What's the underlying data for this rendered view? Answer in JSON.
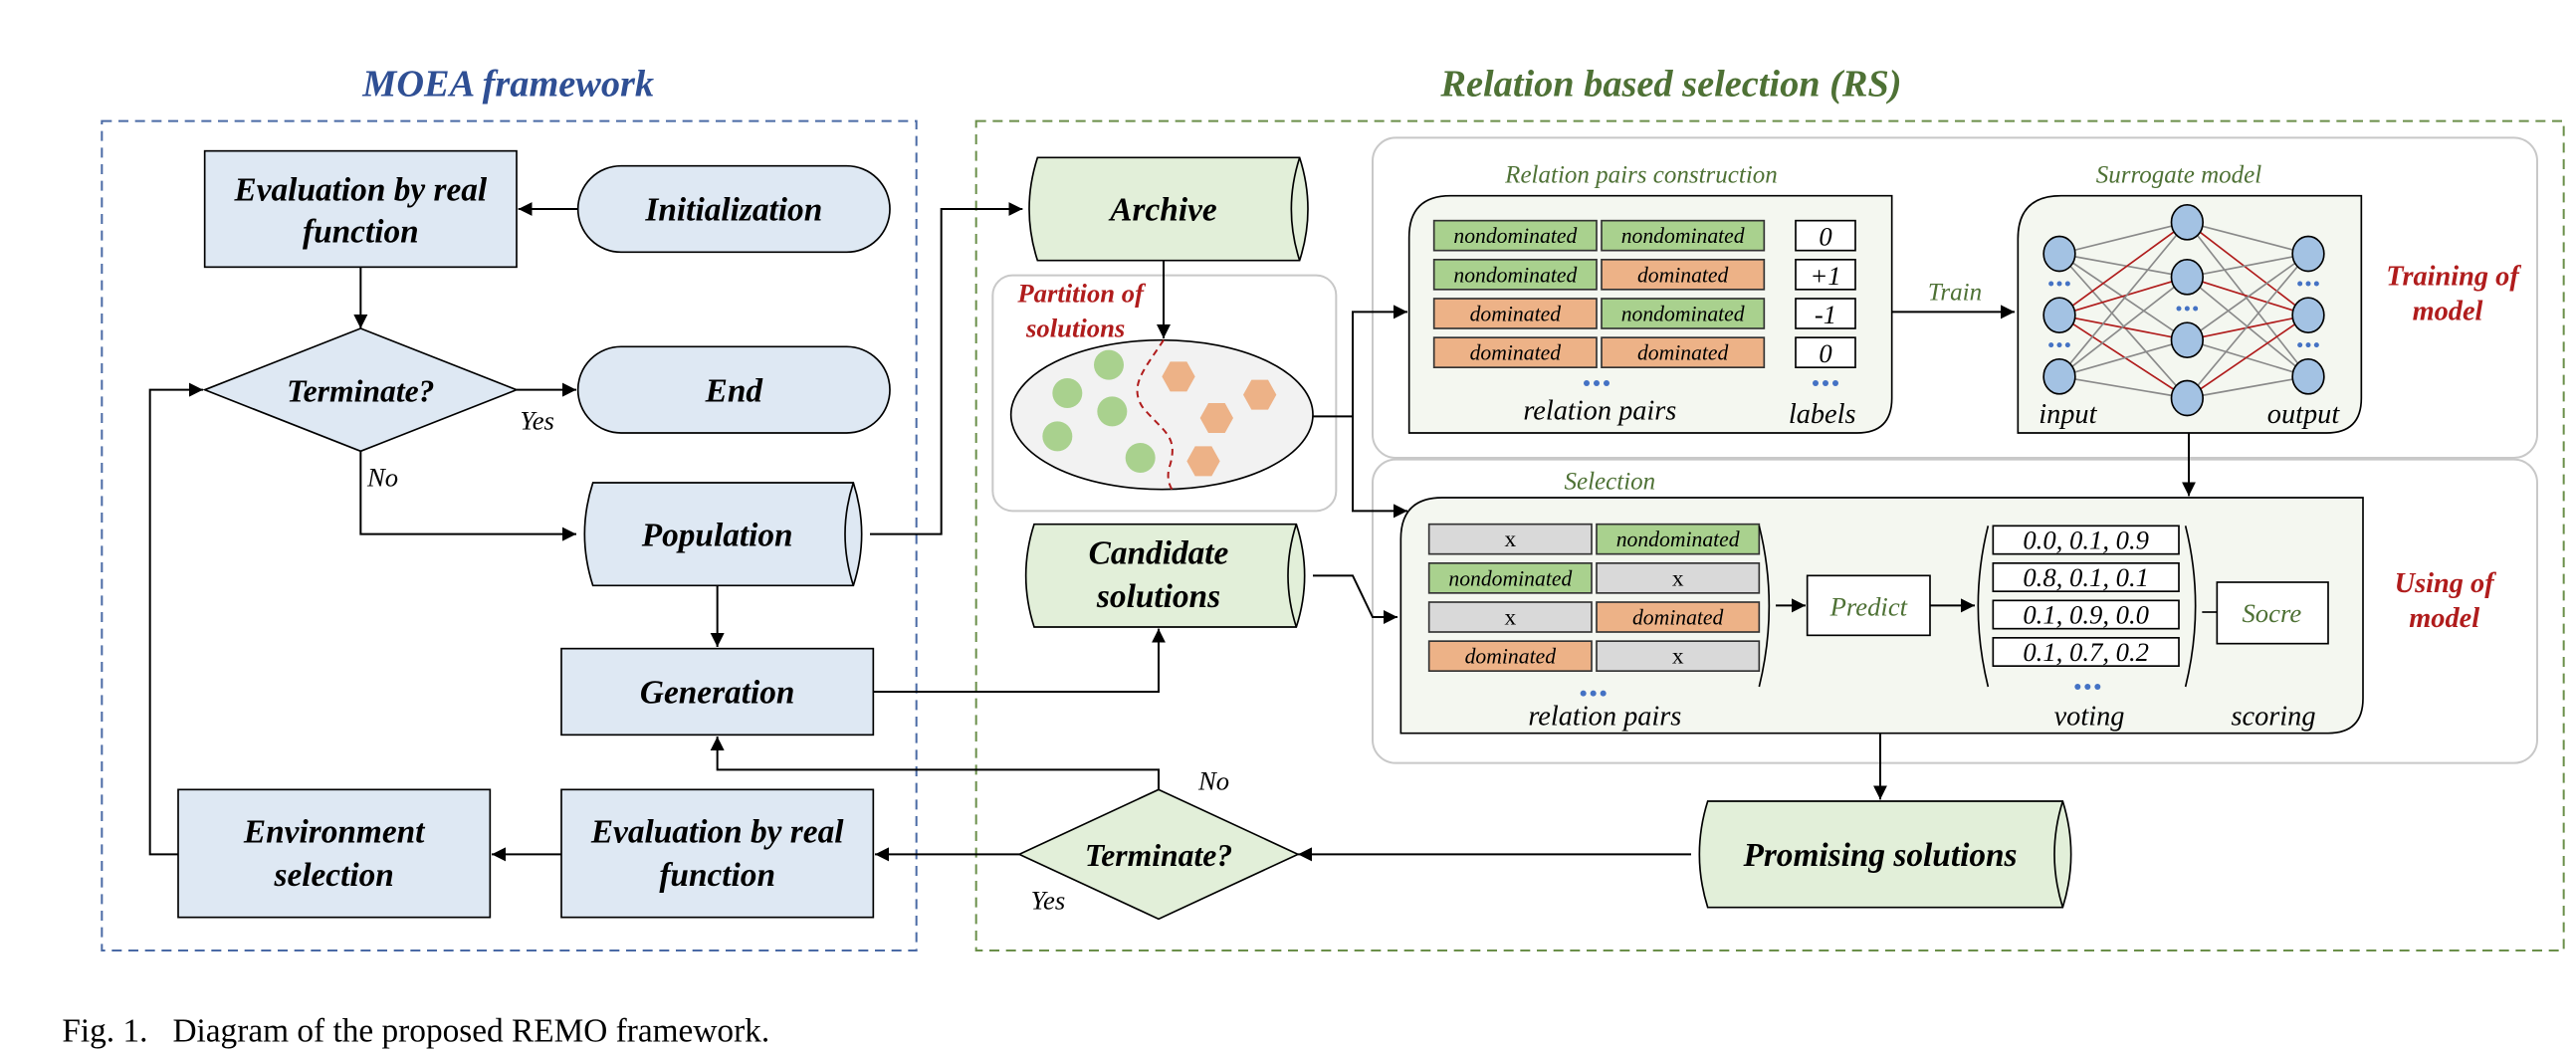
{
  "titles": {
    "moea": "MOEA framework",
    "rs": "Relation based selection (RS)"
  },
  "moea": {
    "eval_top": [
      "Evaluation by real",
      "function"
    ],
    "initialization": "Initialization",
    "terminate": "Terminate?",
    "end": "End",
    "yes": "Yes",
    "no": "No",
    "population": "Population",
    "generation": "Generation",
    "environment": [
      "Environment",
      "selection"
    ],
    "eval_bottom": [
      "Evaluation by real",
      "function"
    ]
  },
  "rs": {
    "archive": "Archive",
    "partition": [
      "Partition of",
      "solutions"
    ],
    "candidate": [
      "Candidate",
      "solutions"
    ],
    "promising": "Promising solutions",
    "terminate": "Terminate?",
    "no": "No",
    "yes": "Yes",
    "construction_title": "Relation pairs construction",
    "construction_rows": [
      {
        "a": "nondominated",
        "a_type": "nondominated",
        "b": "nondominated",
        "b_type": "nondominated",
        "label": "0"
      },
      {
        "a": "nondominated",
        "a_type": "nondominated",
        "b": "dominated",
        "b_type": "dominated",
        "label": "+1"
      },
      {
        "a": "dominated",
        "a_type": "dominated",
        "b": "nondominated",
        "b_type": "nondominated",
        "label": "-1"
      },
      {
        "a": "dominated",
        "a_type": "dominated",
        "b": "dominated",
        "b_type": "dominated",
        "label": "0"
      }
    ],
    "relation_pairs_label": "relation pairs",
    "labels_label": "labels",
    "train": "Train",
    "surrogate_title": "Surrogate model",
    "input": "input",
    "output": "output",
    "training_of_model": [
      "Training of",
      "model"
    ],
    "selection_title": "Selection",
    "selection_rows": [
      {
        "a": "x",
        "a_type": "unknown",
        "b": "nondominated",
        "b_type": "nondominated"
      },
      {
        "a": "nondominated",
        "a_type": "nondominated",
        "b": "x",
        "b_type": "unknown"
      },
      {
        "a": "x",
        "a_type": "unknown",
        "b": "dominated",
        "b_type": "dominated"
      },
      {
        "a": "dominated",
        "a_type": "dominated",
        "b": "x",
        "b_type": "unknown"
      }
    ],
    "predict": "Predict",
    "votes": [
      "0.0, 0.1, 0.9",
      "0.8, 0.1, 0.1",
      "0.1, 0.9, 0.0",
      "0.1, 0.7, 0.2"
    ],
    "score": "Socre",
    "voting": "voting",
    "scoring": "scoring",
    "using_of_model": [
      "Using of",
      "model"
    ]
  },
  "caption": "Fig. 1.   Diagram of the proposed REMO framework.",
  "colors": {
    "blue_fill": "#dee8f3",
    "green_fill": "#e2efd9",
    "nondominated": "#a9d18e",
    "dominated": "#edb287",
    "unknown": "#d9d9d9",
    "node": "#a3c2e3",
    "red": "#b01c1c",
    "green_text": "#4e7135",
    "blue_text": "#2f4f94"
  }
}
